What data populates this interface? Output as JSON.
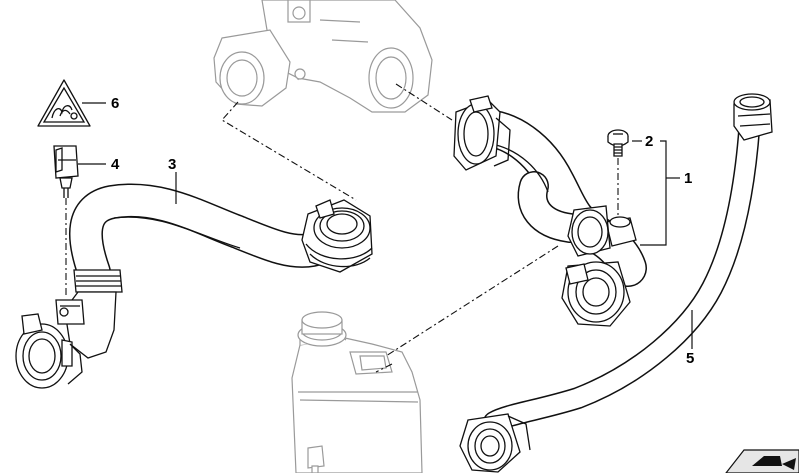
{
  "callouts": {
    "c1": "1",
    "c2": "2",
    "c3": "3",
    "c4": "4",
    "c5": "5",
    "c6": "6"
  },
  "icons": {
    "warning_symbol": "hot-coolant-warning-icon",
    "connector": "temperature-sensor-icon",
    "screw": "bleed-screw-icon",
    "corner_badge": "page-corner-icon"
  },
  "colors": {
    "ink": "#111111",
    "ghost": "#9a9a9a",
    "background": "#ffffff",
    "badge": "#e6e6e6"
  }
}
